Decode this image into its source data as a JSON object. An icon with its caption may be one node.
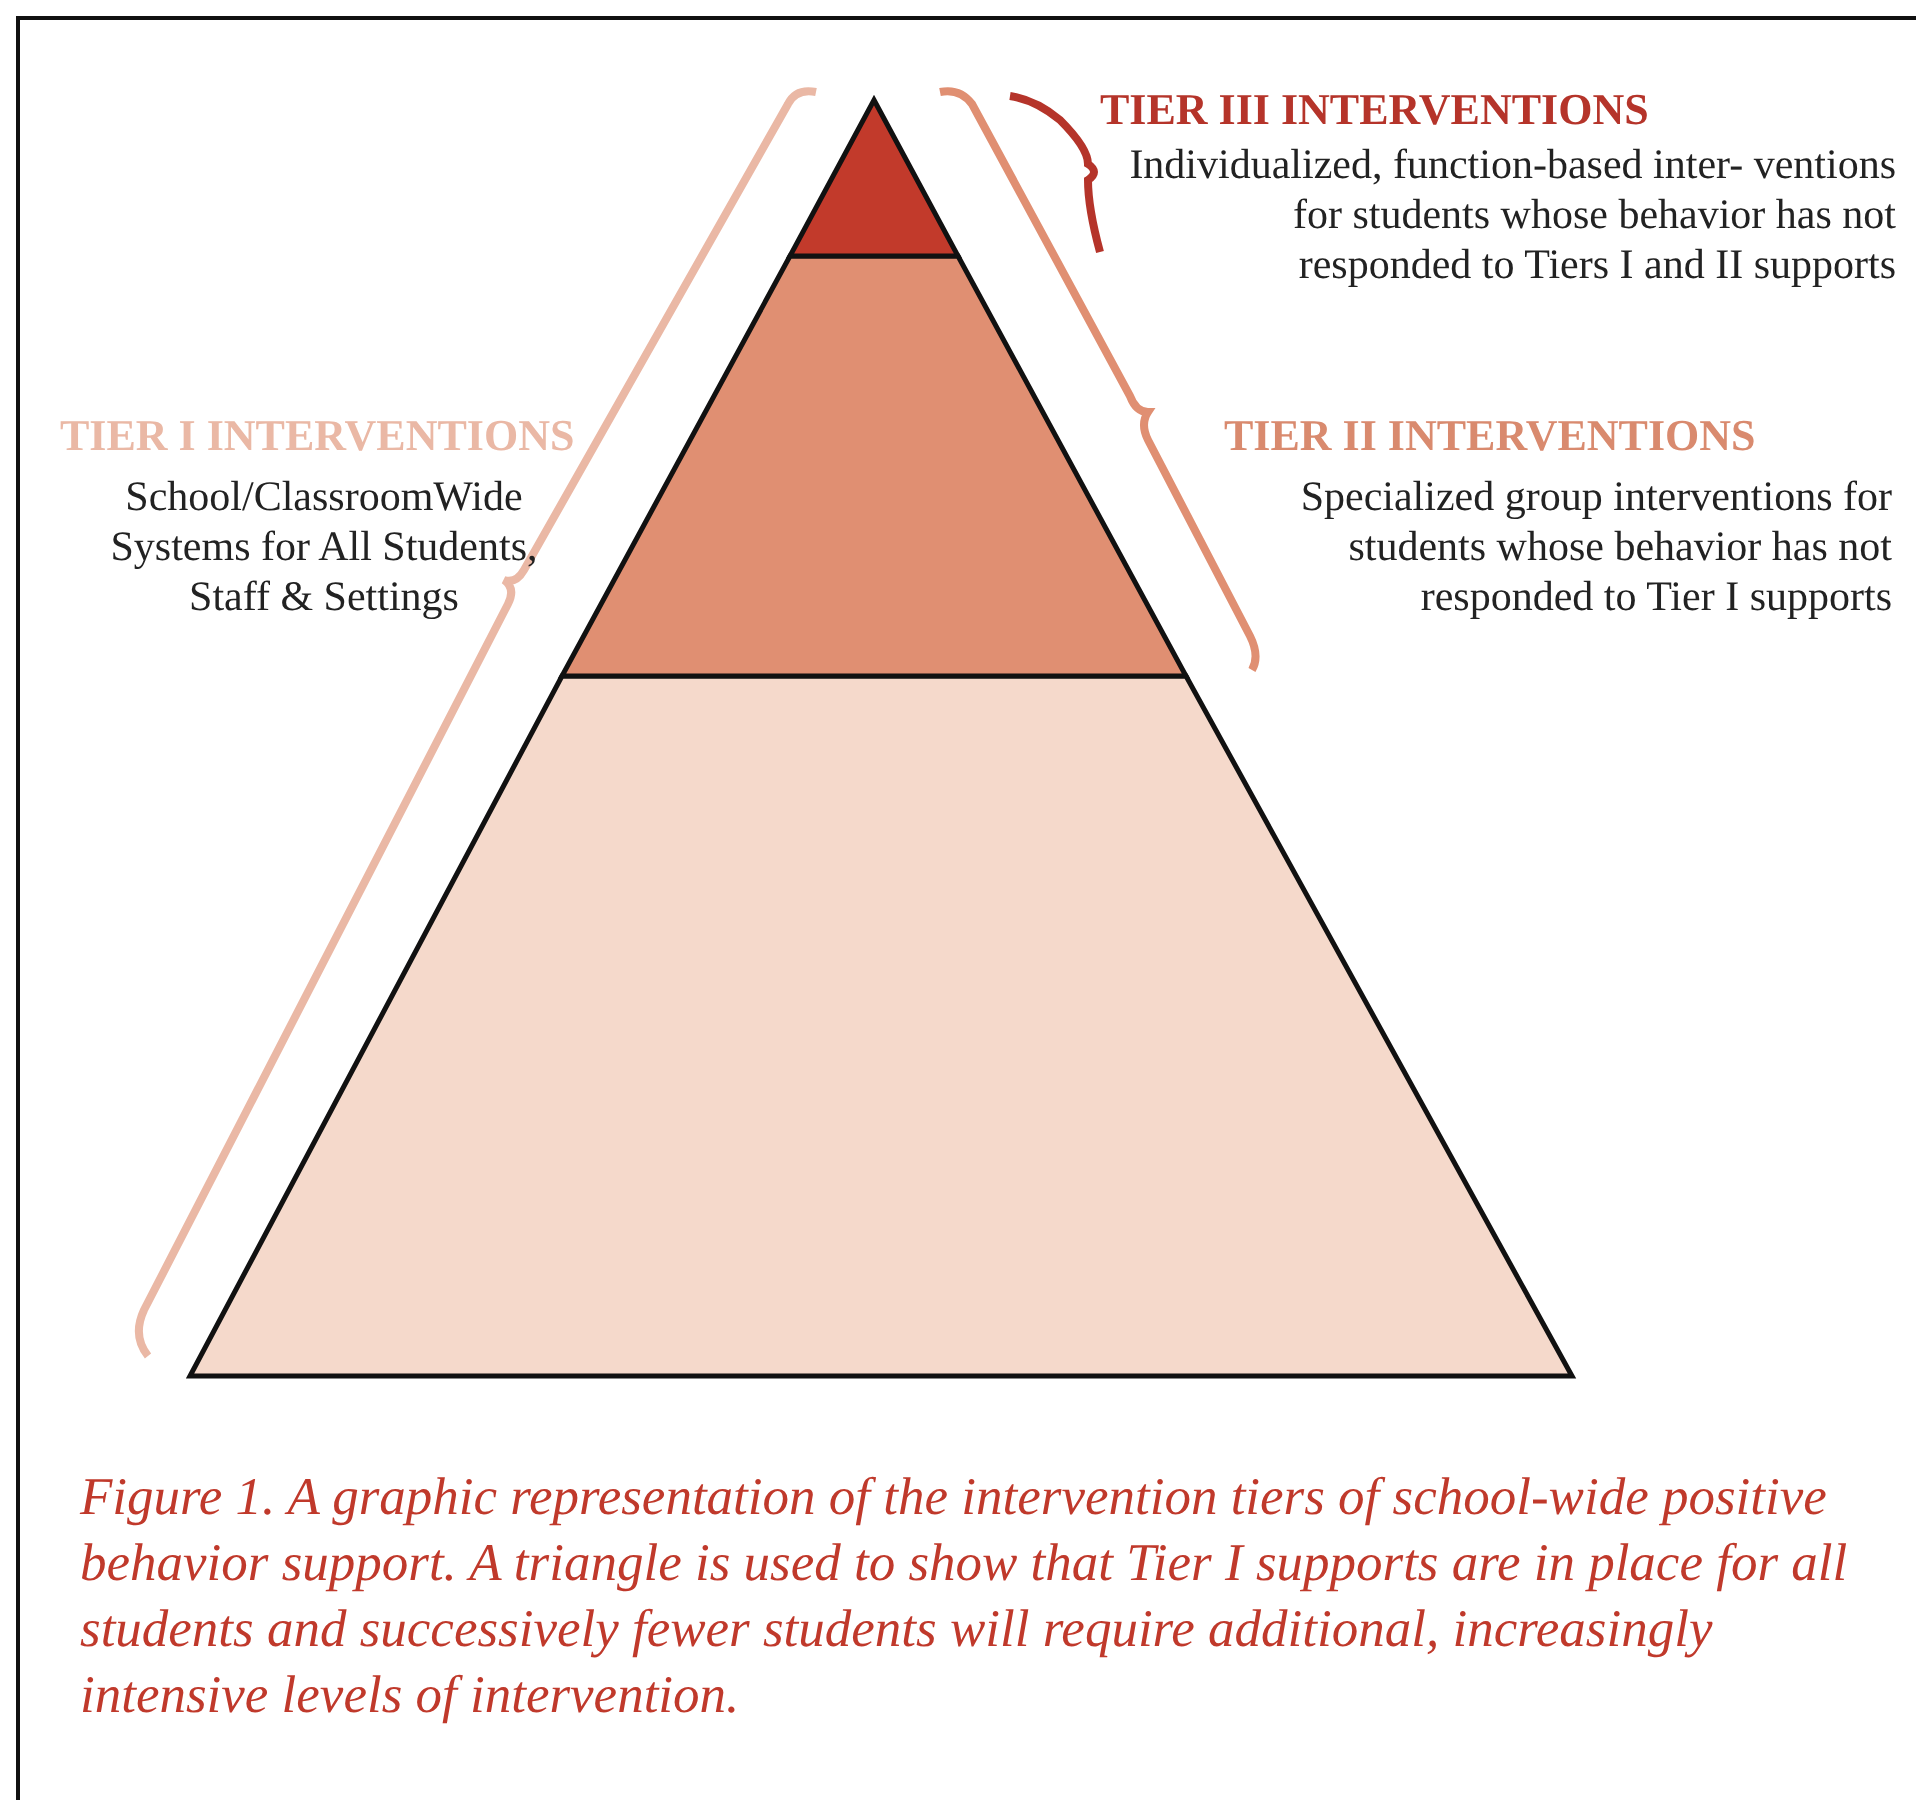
{
  "diagram": {
    "caption": "Figure 1.  A graphic representation of the intervention tiers of school-wide positive behavior support. A triangle is used to show that Tier I supports are in place for all students and successively fewer students will require additional, increasingly intensive levels of intervention.",
    "labels": [
      "TIER III INTERVENTIONS",
      "Individualized, function-based inter- ventions for students whose behavior has not responded to Tiers I and II supports",
      "TIER I INTERVENTIONS",
      "School/ClassroomWide Systems for All Students, Staff & Settings",
      "TIER II INTERVENTIONS",
      "Specialized group interventions for students whose behavior has not responded to Tier I supports"
    ]
  }
}
